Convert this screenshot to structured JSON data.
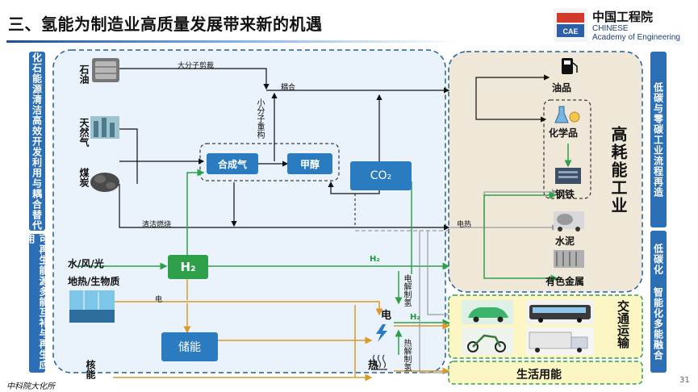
{
  "header": {
    "title": "三、氢能为制造业高质量发展带来新的机遇",
    "org_cn": "中国工程院",
    "org_en_line1": "CHINESE",
    "org_en_line2": "Academy of Engineering"
  },
  "left_labels": {
    "top": "化石能源清洁高效开发利用与耦合替代",
    "bottom": "可再生能源多能互补与再生应用"
  },
  "right_labels": {
    "top": "低碳与零碳工业流程再造",
    "bottom": "低碳化 智能化多能融合"
  },
  "sources": {
    "oil": "石油",
    "gas": "天然气",
    "coal": "煤炭",
    "renewables": "水/风/光",
    "geo_bio": "地热/生物质",
    "nuclear": "核能"
  },
  "flows": {
    "macromolecule_cut": "大分子剪裁",
    "coupling": "耦合",
    "small_molecule_restructure": "小分子重构",
    "clean_combustion": "清洁燃烧",
    "electric_heat": "电热",
    "h2_flow": "H₂",
    "h2_transport": "H₂",
    "electricity": "电",
    "electrolysis_h2": "电解制氢",
    "thermal_h2": "热解制氢"
  },
  "nodes": {
    "syngas": "合成气",
    "methanol": "甲醇",
    "co2": "CO₂",
    "h2": "H₂",
    "storage": "储能",
    "power": "电",
    "heat": "热"
  },
  "industry": {
    "title": "高耗能工业",
    "oil_products": "油品",
    "chemicals": "化学品",
    "steel": "钢铁",
    "cement": "水泥",
    "nonferrous": "有色金属"
  },
  "transport": {
    "title": "交通运输"
  },
  "living": {
    "title": "生活用能"
  },
  "footer": {
    "source": "中科院大化所",
    "page": "31"
  },
  "colors": {
    "blue_box": "#2a7bbf",
    "green": "#2ea04a",
    "orange": "#d99a2b",
    "gray": "#9a9a9a",
    "industry_bg": "#efe8d8",
    "transport_bg": "#fbf6c4",
    "light_blue_bg": "#eaf3fb"
  }
}
